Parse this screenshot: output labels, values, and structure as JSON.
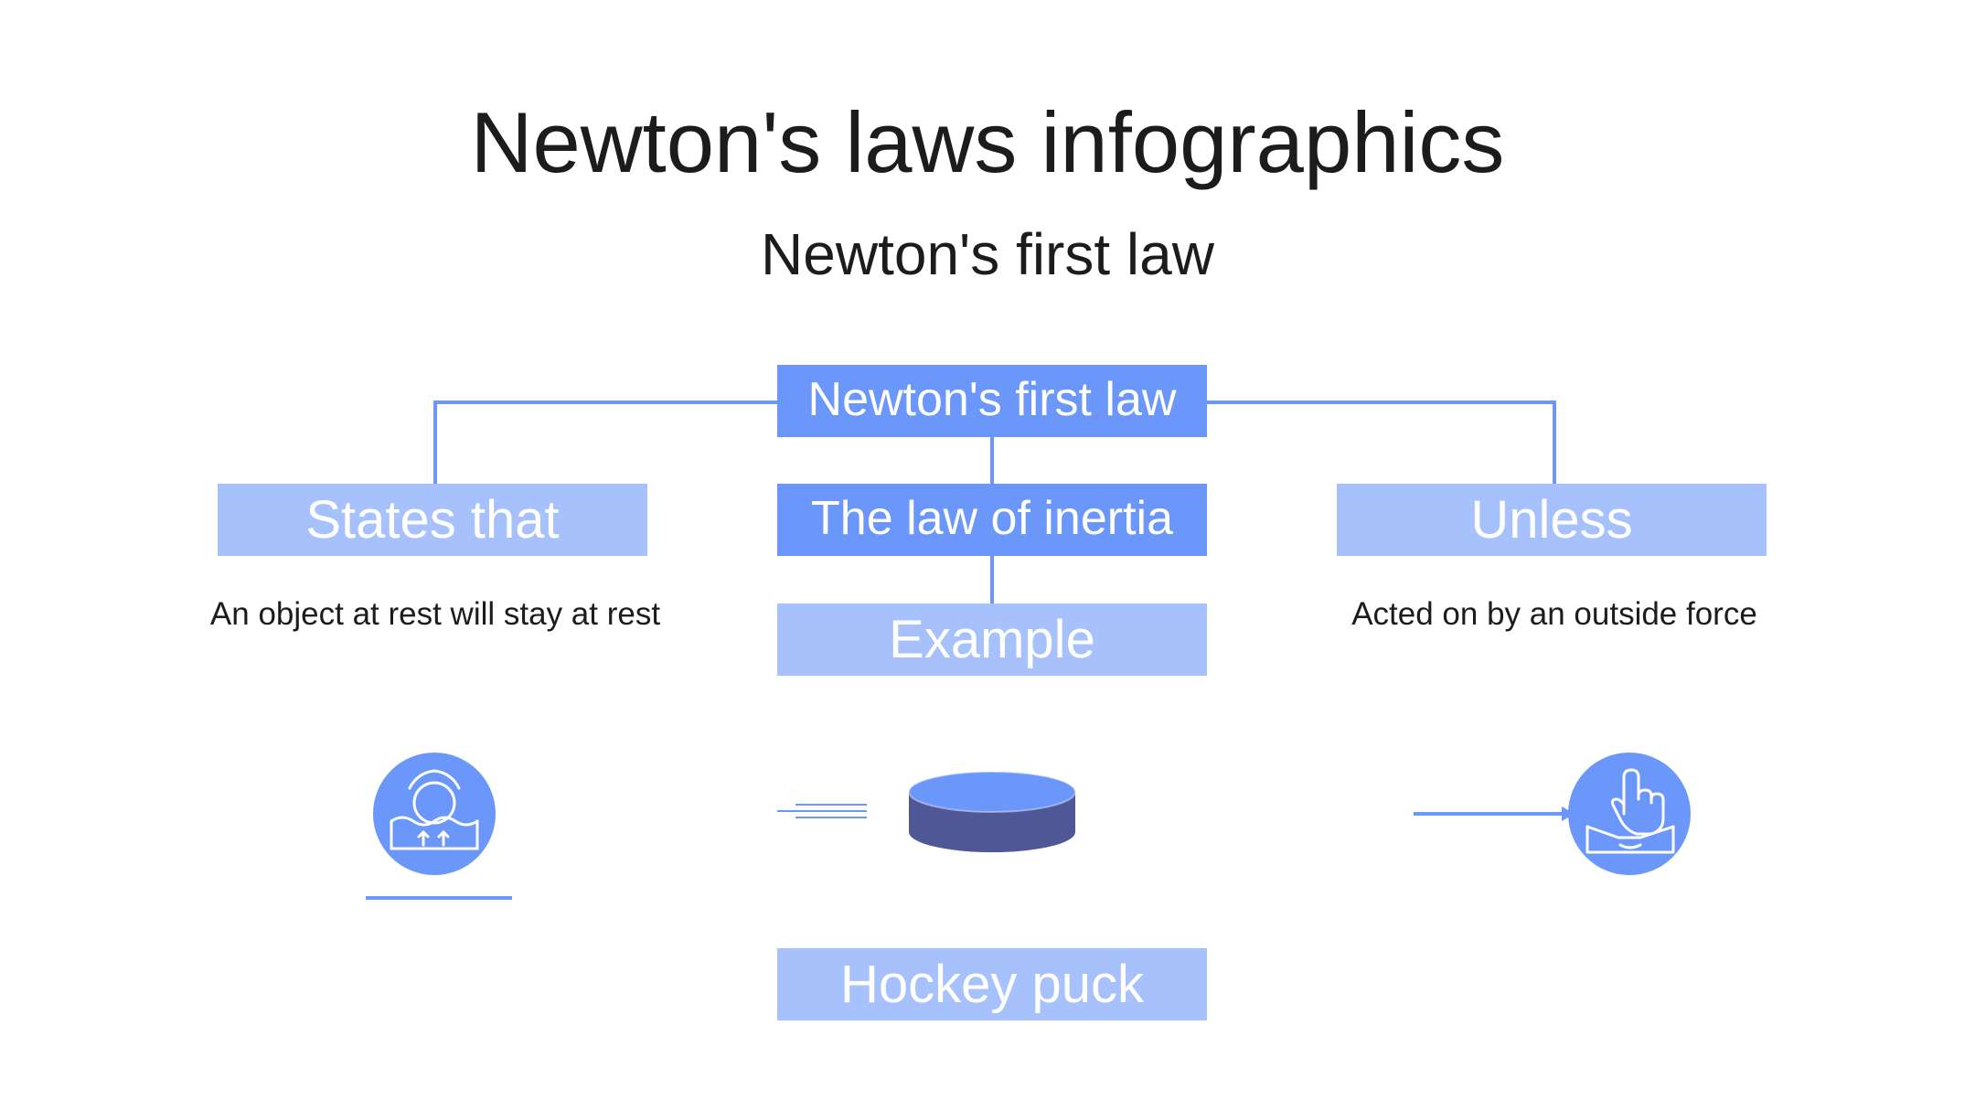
{
  "title": "Newton's laws infographics",
  "subtitle": "Newton's first law",
  "diagram": {
    "root": "Newton's first law",
    "center_node": "The law of inertia",
    "left_node": "States that",
    "left_text": "An object at rest will stay at rest",
    "right_node": "Unless",
    "right_text": "Acted on by an outside force",
    "example_node": "Example",
    "example_value": "Hockey puck"
  },
  "icons": {
    "left": "floating-object-water-icon",
    "center": "hockey-puck-icon",
    "right": "hand-pushing-icon"
  },
  "colors": {
    "dark_box": "#6b97fb",
    "light_box": "#a7c1fd",
    "connector": "#6b97fb",
    "puck_top": "#6b97fb",
    "puck_side": "#4f5796",
    "text": "#1c1c1c"
  }
}
